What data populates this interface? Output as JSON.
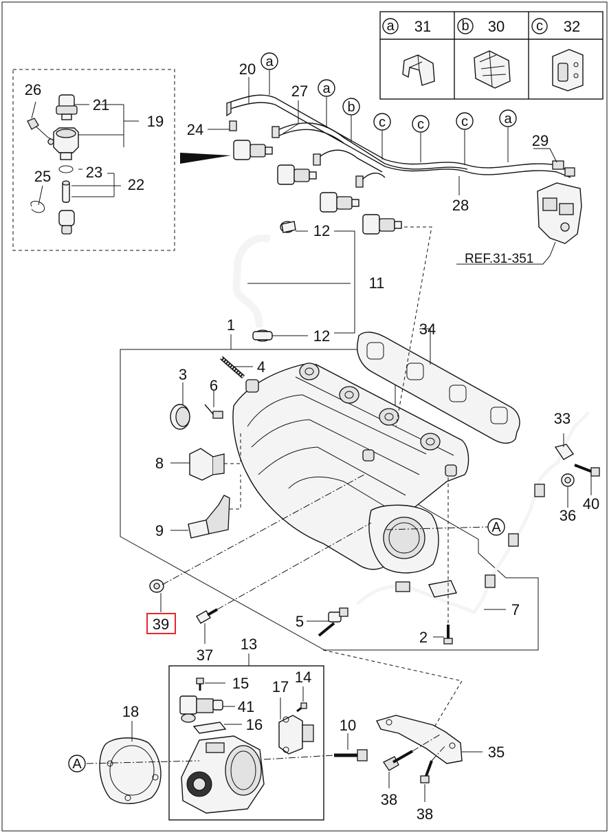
{
  "legend": {
    "cells": [
      {
        "letter": "a",
        "number": "31"
      },
      {
        "letter": "b",
        "number": "30"
      },
      {
        "letter": "c",
        "number": "32"
      }
    ]
  },
  "labels": {
    "p1": "1",
    "p2": "2",
    "p3": "3",
    "p4": "4",
    "p5": "5",
    "p6": "6",
    "p7": "7",
    "p8": "8",
    "p9": "9",
    "p10": "10",
    "p11": "11",
    "p12a": "12",
    "p12b": "12",
    "p13": "13",
    "p14": "14",
    "p15": "15",
    "p16": "16",
    "p17": "17",
    "p18": "18",
    "p19": "19",
    "p20": "20",
    "p21": "21",
    "p22": "22",
    "p23": "23",
    "p24": "24",
    "p25": "25",
    "p26": "26",
    "p27": "27",
    "p28": "28",
    "p29": "29",
    "p33": "33",
    "p34": "34",
    "p35": "35",
    "p36": "36",
    "p37": "37",
    "p38a": "38",
    "p38b": "38",
    "p39": "39",
    "p40": "40",
    "p41": "41"
  },
  "clips": {
    "c20": "a",
    "c27": "a",
    "cb": "b",
    "cc1": "c",
    "cc2": "c",
    "cc3": "c",
    "ca": "a"
  },
  "ref_label": "REF.31-351",
  "connector": {
    "left": "A",
    "right": "A"
  },
  "highlight": {
    "part": "39",
    "color": "#e8262a"
  }
}
